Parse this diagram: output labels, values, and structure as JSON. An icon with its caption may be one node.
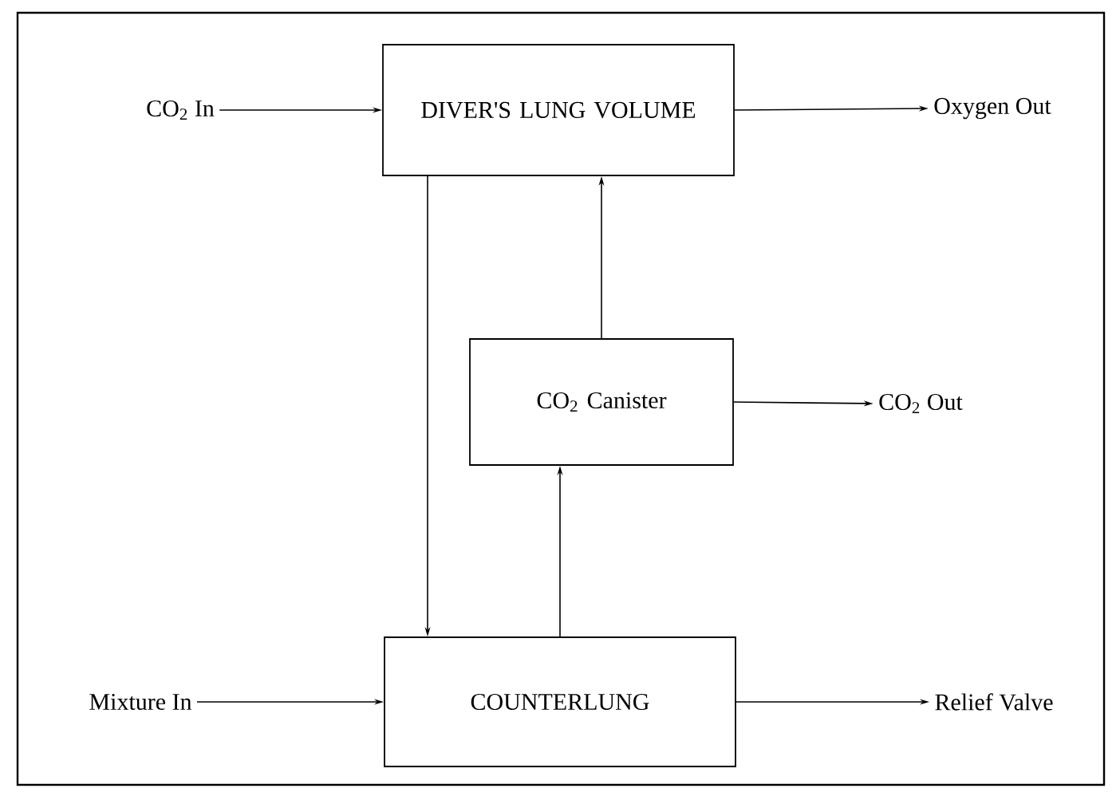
{
  "diagram": {
    "nodes": [
      {
        "text": [
          "CO$_{2}$ In"
        ]
      },
      {
        "text": [
          "DIVER'S LUNG VOLUME"
        ]
      },
      {
        "text": [
          "Oxygen Out"
        ]
      },
      {
        "text": [
          "CO$_{2}$ Canister"
        ]
      },
      {
        "text": [
          "CO$_{2}$ Out"
        ]
      },
      {
        "text": [
          "Mixture In"
        ]
      },
      {
        "text": [
          "COUNTERLUNG"
        ]
      },
      {
        "text": [
          "Relief Valve"
        ]
      }
    ],
    "edges": [
      {
        "from": 0,
        "to": 1,
        "arrow": "to"
      },
      {
        "from": 1,
        "to": 2,
        "arrow": "to"
      },
      {
        "from": 1,
        "to": 6,
        "arrow": "to"
      },
      {
        "from": 3,
        "to": 1,
        "arrow": "to"
      },
      {
        "from": 3,
        "to": 4,
        "arrow": "to"
      },
      {
        "from": 6,
        "to": 3,
        "arrow": "to"
      },
      {
        "from": 5,
        "to": 6,
        "arrow": "to"
      },
      {
        "from": 6,
        "to": 7,
        "arrow": "to"
      }
    ]
  }
}
